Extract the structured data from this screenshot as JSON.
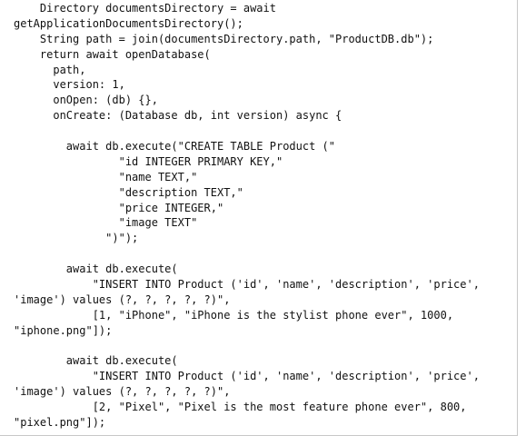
{
  "code_lines": [
    "    Directory documentsDirectory = await",
    "getApplicationDocumentsDirectory();",
    "    String path = join(documentsDirectory.path, \"ProductDB.db\");",
    "    return await openDatabase(",
    "      path,",
    "      version: 1,",
    "      onOpen: (db) {},",
    "      onCreate: (Database db, int version) async {",
    "",
    "        await db.execute(\"CREATE TABLE Product (\"",
    "                \"id INTEGER PRIMARY KEY,\"",
    "                \"name TEXT,\"",
    "                \"description TEXT,\"",
    "                \"price INTEGER,\"",
    "                \"image TEXT\"",
    "              \")\");",
    "",
    "        await db.execute(",
    "            \"INSERT INTO Product ('id', 'name', 'description', 'price',",
    "'image') values (?, ?, ?, ?, ?)\",",
    "            [1, \"iPhone\", \"iPhone is the stylist phone ever\", 1000,",
    "\"iphone.png\"]);",
    "",
    "        await db.execute(",
    "            \"INSERT INTO Product ('id', 'name', 'description', 'price',",
    "'image') values (?, ?, ?, ?, ?)\",",
    "            [2, \"Pixel\", \"Pixel is the most feature phone ever\", 800,",
    "\"pixel.png\"]);"
  ]
}
